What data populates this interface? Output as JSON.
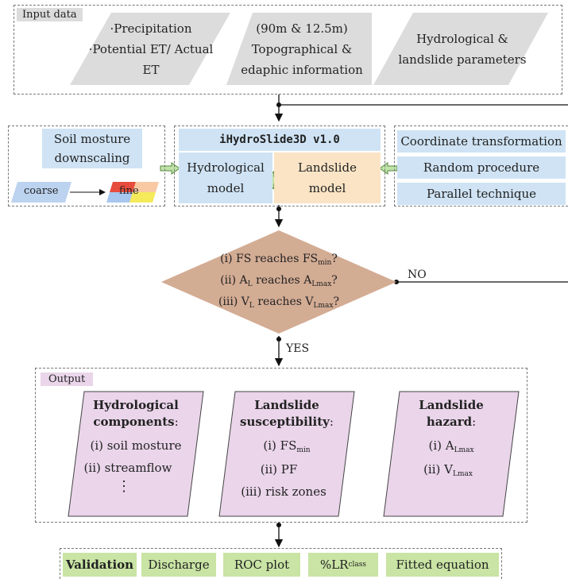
{
  "input": {
    "tag": "Input data",
    "box1": [
      "·Precipitation",
      "·Potential ET/",
      "Actual ET"
    ],
    "box2": [
      "(90m & 12.5m)",
      "Topographical &",
      "edaphic information"
    ],
    "box3": [
      "Hydrological &",
      "landslide",
      "parameters"
    ]
  },
  "soil": {
    "title1": "Soil mosture",
    "title2": "downscaling",
    "coarse": "coarse",
    "fine": "fine"
  },
  "model": {
    "title": "iHydroSlide3D v1.0",
    "hydro1": "Hydrological",
    "hydro2": "model",
    "land1": "Landslide",
    "land2": "model"
  },
  "techniques": [
    "Coordinate transformation",
    "Random procedure",
    "Parallel technique"
  ],
  "decision": {
    "line1_pre": "(i) FS reaches FS",
    "line1_sub": "min",
    "line2_pre": "(ii) A",
    "line2_sub1": "L",
    "line2_mid": " reaches A",
    "line2_sub2": "Lmax",
    "line3_pre": "(iii) V",
    "line3_sub1": "L",
    "line3_mid": " reaches V",
    "line3_sub2": "Lmax",
    "no": "NO",
    "yes": "YES"
  },
  "output": {
    "tag": "Output",
    "hydro": {
      "title1": "Hydrological",
      "title2": "components",
      "items": [
        "(i) soil mosture",
        "(ii) streamflow"
      ],
      "more": "⋮"
    },
    "suscept": {
      "title1": "Landslide",
      "title2": "susceptibility",
      "item1_pre": "(i) FS",
      "item1_sub": "min",
      "item2": "(ii) PF",
      "item3": "(iii) risk zones"
    },
    "hazard": {
      "title1": "Landslide",
      "title2": "hazard",
      "item1_pre": "(i) A",
      "item1_sub": "Lmax",
      "item2_pre": "(ii) V",
      "item2_sub": "Lmax"
    }
  },
  "validation": {
    "label": "Validation",
    "discharge": "Discharge",
    "roc": "ROC plot",
    "lr_pre": "%LR",
    "lr_sub": "class",
    "fitted": "Fitted equation"
  },
  "colors": {
    "blue": "#cfe3f4",
    "orange": "#fae4c5",
    "diamond": "#d3ac94",
    "purple": "#ead5ea",
    "green": "#c9e4a4"
  }
}
